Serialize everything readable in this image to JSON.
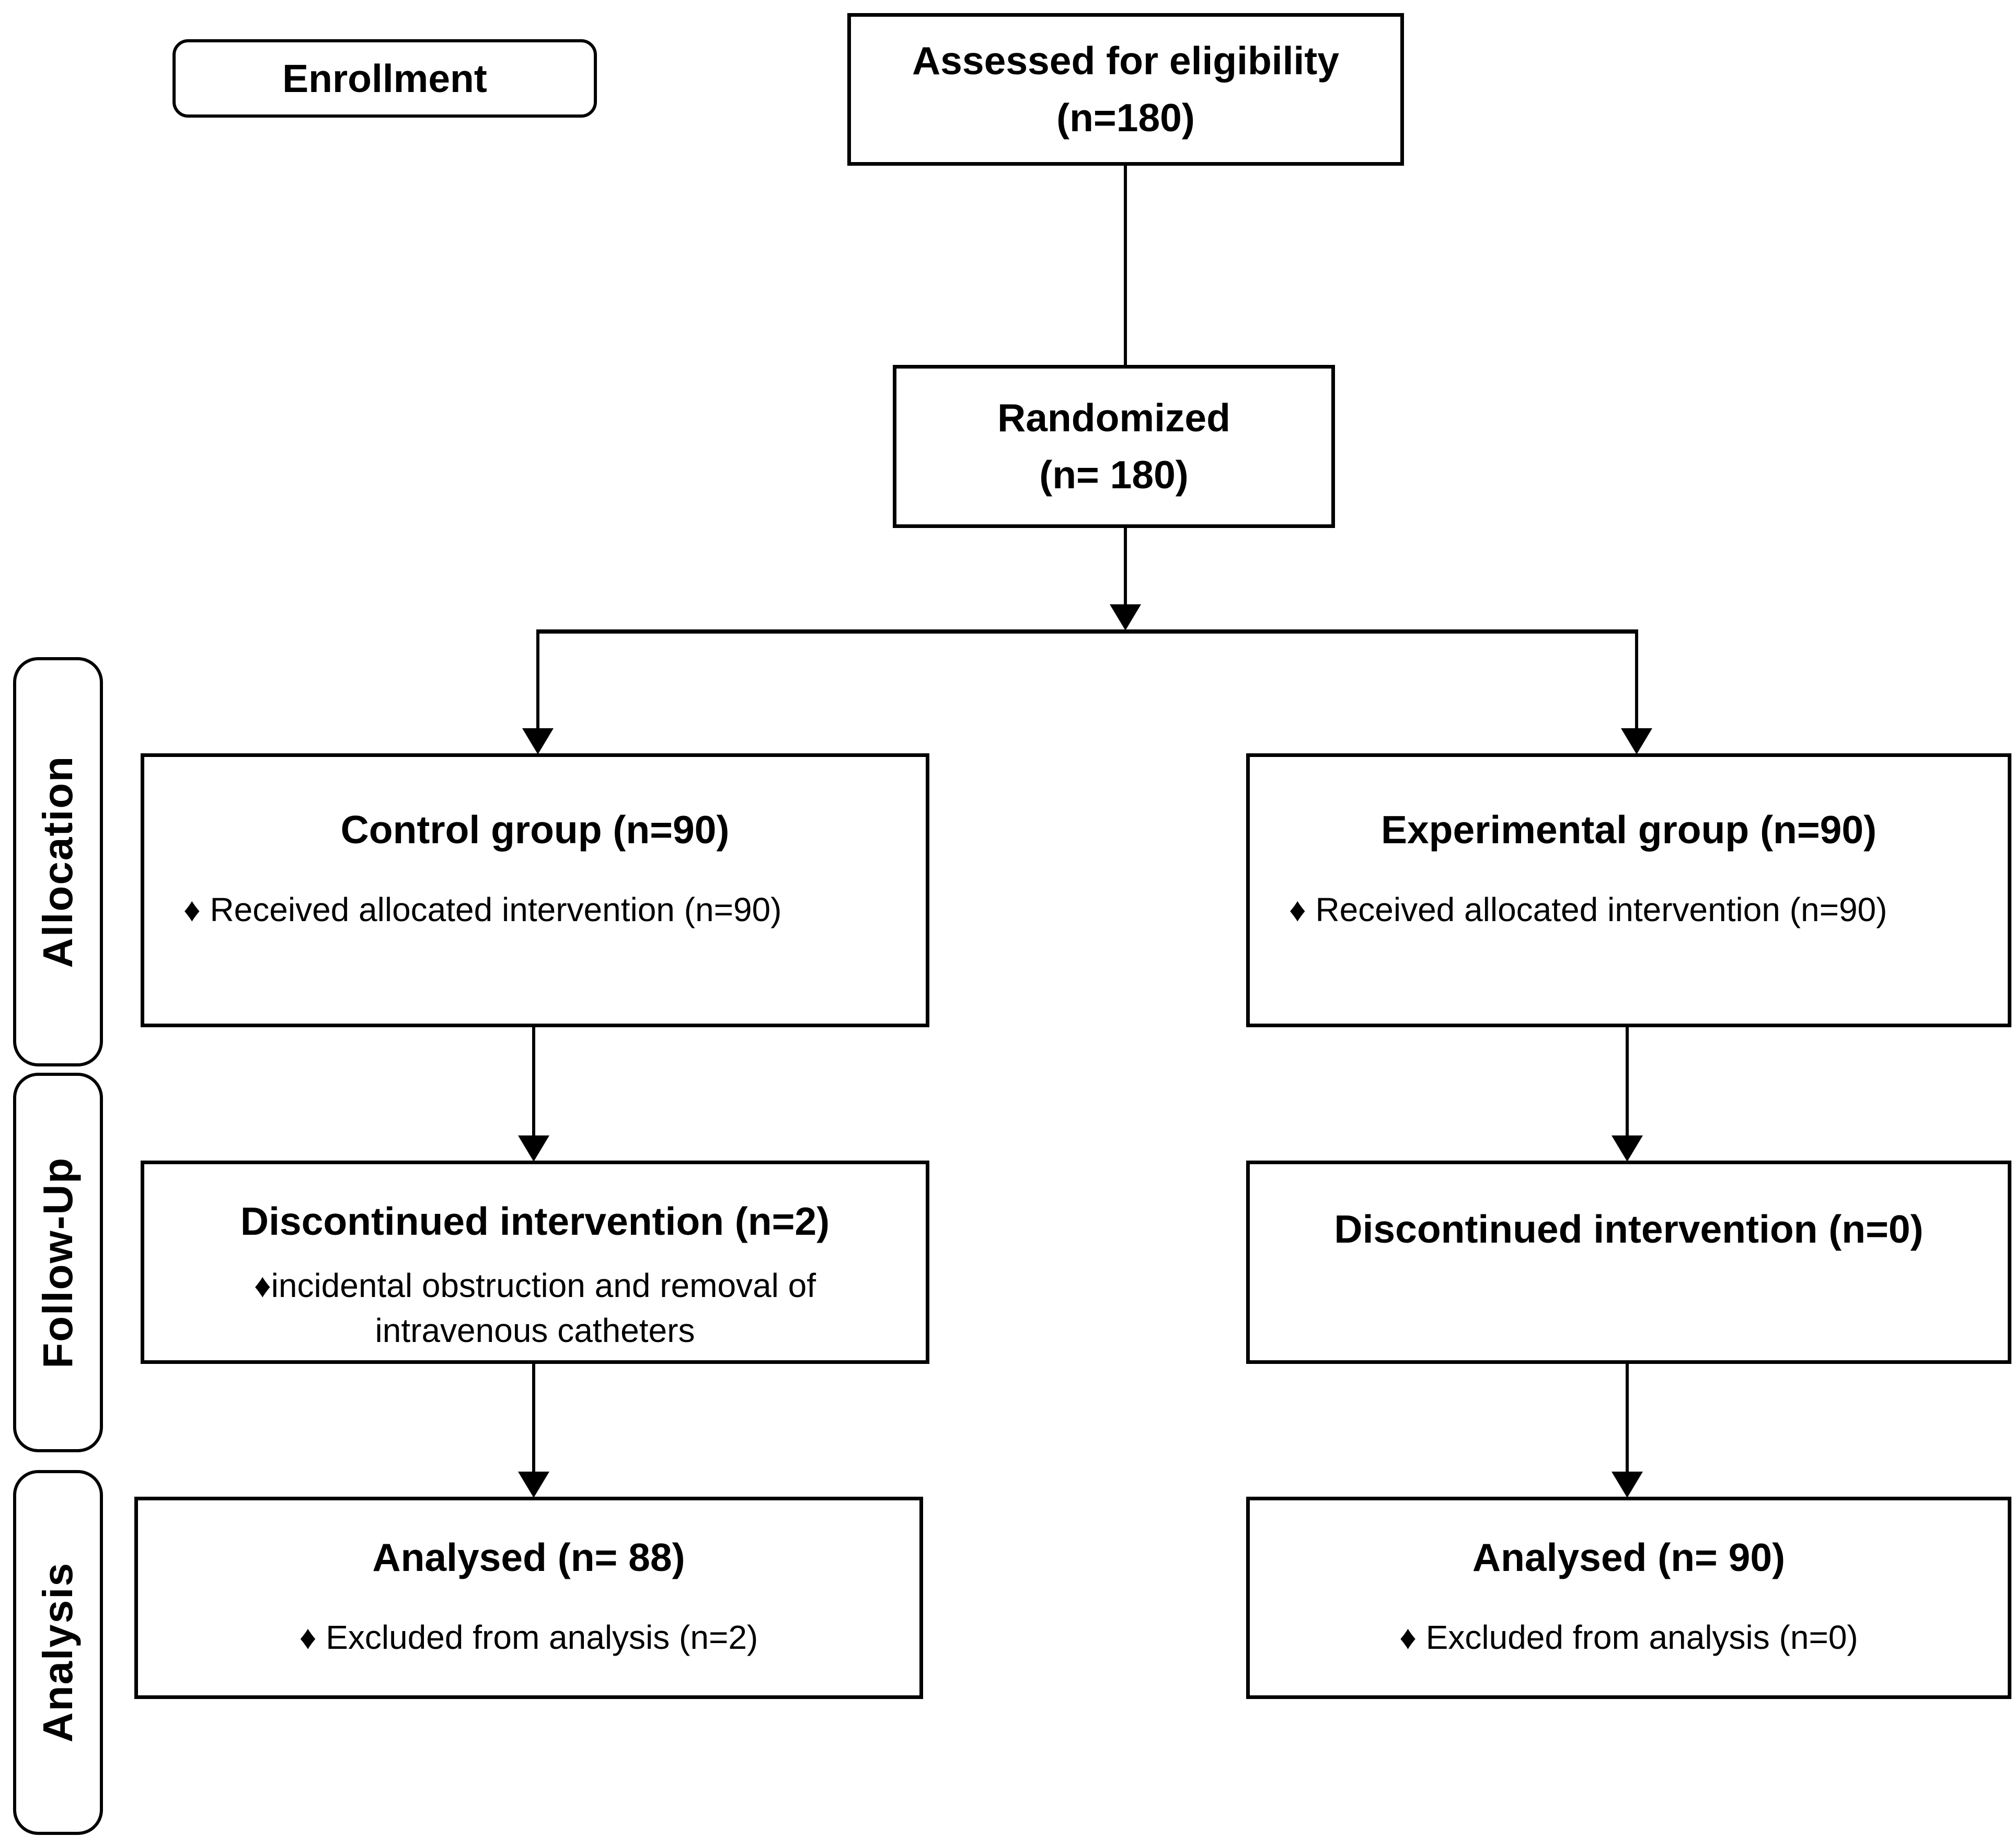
{
  "colors": {
    "line": "#000000",
    "background": "#ffffff",
    "text": "#000000"
  },
  "stages": {
    "allocation": "Allocation",
    "follow_up": "Follow-Up",
    "analysis": "Analysis"
  },
  "enrollment_label": "Enrollment",
  "boxes": {
    "assessed": {
      "line1": "Assessed for eligibility",
      "line2": "(n=180)"
    },
    "randomized": {
      "line1": "Randomized",
      "line2": "(n= 180)"
    },
    "control": {
      "heading": "Control group (n=90)",
      "bullet": "♦ Received allocated intervention (n=90)"
    },
    "experimental": {
      "heading": "Experimental group (n=90)",
      "bullet": "♦ Received allocated intervention (n=90)"
    },
    "discontinued_control": {
      "heading": "Discontinued intervention (n=2)",
      "bullet": "♦incidental obstruction and removal of intravenous catheters"
    },
    "discontinued_experimental": {
      "heading": "Discontinued intervention (n=0)"
    },
    "analysed_control": {
      "heading": "Analysed (n= 88)",
      "bullet": "♦ Excluded from analysis (n=2)"
    },
    "analysed_experimental": {
      "heading": "Analysed (n= 90)",
      "bullet": "♦ Excluded from analysis (n=0)"
    }
  }
}
